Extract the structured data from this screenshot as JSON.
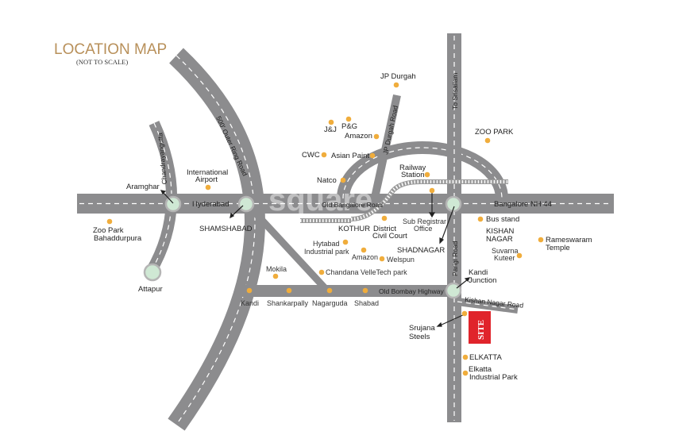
{
  "title": "LOCATION MAP",
  "subtitle": "(NOT TO SCALE)",
  "watermark": "square",
  "colors": {
    "road": "#8c8c8e",
    "poi_dot": "#f0ad3c",
    "junction": "#cfe8d4",
    "site": "#e0242b",
    "title": "#b8905a"
  },
  "roads": {
    "outer_ring": "500' Outer Ring Road",
    "chandrayangutta": "Chandrayangutta",
    "hyderabad": "Hyderabad",
    "bangalore": "Bangalore  NH 44",
    "old_bangalore": "Old Bangalore Road",
    "jp_durgah": "JP Durgah Road",
    "to_srisailam": "To Srisailam",
    "parigi": "Parigi Road",
    "old_bombay": "Old Bombay Highway",
    "kishan_nagar": "Kishan Nagar Road"
  },
  "places": {
    "aramghar": "Aramghar",
    "attapur": "Attapur",
    "zoo_park_bahaddurpura": [
      "Zoo Park",
      "Bahaddurpura"
    ],
    "international_airport": [
      "International",
      "Airport"
    ],
    "shamshabad": "SHAMSHABAD",
    "mokila": "Mokila",
    "kandi": "Kandi",
    "shankarpally": "Shankarpally",
    "nagarguda": "Nagarguda",
    "shabad": "Shabad",
    "chandana": "Chandana VelleTech park",
    "jp_durgah": "JP Durgah",
    "jnj": "J&J",
    "pg": "P&G",
    "amazon_north": "Amazon",
    "cwc": "CWC",
    "asian_paint": "Asian Paint",
    "natco": "Natco",
    "railway_station": [
      "Railway",
      "Station"
    ],
    "kothur": "KOTHUR",
    "district_court": [
      "District",
      "Civil Court"
    ],
    "sub_registrar": [
      "Sub Registrar",
      "Office"
    ],
    "hytabad": [
      "Hytabad",
      "Industrial park"
    ],
    "amazon_south": "Amazon",
    "welspun": "Welspun",
    "shadnagar": "SHADNAGAR",
    "zoo_park": "ZOO PARK",
    "bus_stand": "Bus stand",
    "kishan_nagar": [
      "KISHAN",
      "NAGAR"
    ],
    "suvarna_kuteer": [
      "Suvarna",
      "Kuteer"
    ],
    "rameswaram": [
      "Rameswaram",
      "Temple"
    ],
    "kandi_junction": [
      "Kandi",
      "Junction"
    ],
    "srujana_steels": [
      "Srujana",
      "Steels"
    ],
    "elkatta": "ELKATTA",
    "elkatta_industrial": [
      "Elkatta",
      "Industrial Park"
    ],
    "site": "SITE"
  }
}
